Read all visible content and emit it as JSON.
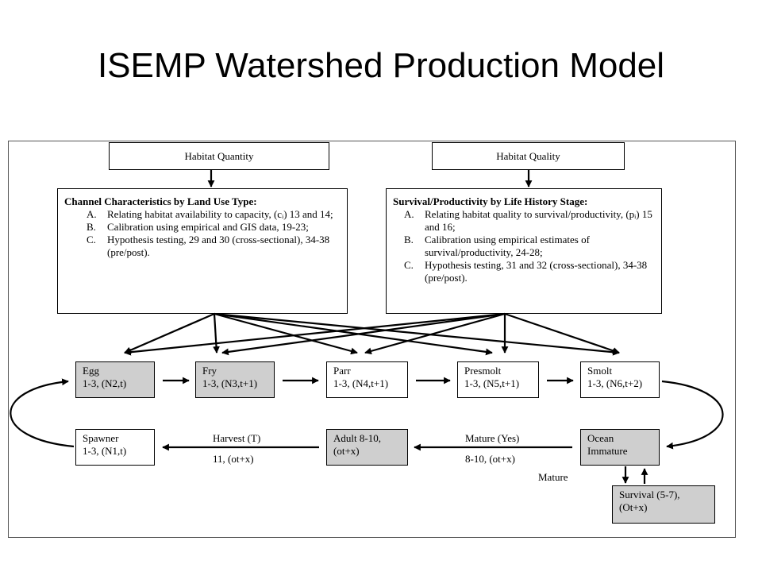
{
  "title": "ISEMP Watershed Production Model",
  "top_boxes": {
    "quantity": "Habitat Quantity",
    "quality": "Habitat Quality"
  },
  "channel": {
    "heading": "Channel Characteristics by Land Use Type:",
    "items": [
      {
        "k": "A.",
        "text": "Relating habitat availability to capacity, (cᵢ) 13 and 14;"
      },
      {
        "k": "B.",
        "text": "Calibration using empirical and GIS data, 19-23;"
      },
      {
        "k": "C.",
        "text": "Hypothesis testing, 29 and 30 (cross-sectional), 34-38 (pre/post)."
      }
    ]
  },
  "survival": {
    "heading": "Survival/Productivity by Life History Stage:",
    "items": [
      {
        "k": "A.",
        "text": "Relating habitat quality to survival/productivity, (pᵢ) 15 and 16;"
      },
      {
        "k": "B.",
        "text": "Calibration using empirical estimates of survival/productivity, 24-28;"
      },
      {
        "k": "C.",
        "text": "Hypothesis testing, 31 and 32 (cross-sectional), 34-38 (pre/post)."
      }
    ]
  },
  "stages": {
    "egg": {
      "name": "Egg",
      "line": "1-3, (N2,t)"
    },
    "fry": {
      "name": "Fry",
      "line": "1-3, (N3,t+1)"
    },
    "parr": {
      "name": "Parr",
      "line": "1-3, (N4,t+1)"
    },
    "presmolt": {
      "name": "Presmolt",
      "line": "1-3, (N5,t+1)"
    },
    "smolt": {
      "name": "Smolt",
      "line": "1-3, (N6,t+2)"
    },
    "spawner": {
      "name": "Spawner",
      "line": "1-3, (N1,t)"
    },
    "adult": {
      "name": "Adult 8-10,",
      "line": "(ot+x)"
    },
    "ocean": {
      "name": "Ocean",
      "line": "Immature"
    },
    "survival": {
      "name": "Survival (5-7),",
      "line": "(Ot+x)"
    }
  },
  "arrow_labels": {
    "harvest_top": "Harvest (T)",
    "harvest_bottom": "11, (ot+x)",
    "mature_top": "Mature (Yes)",
    "mature_bottom": "8-10, (ot+x)",
    "mature_side": "Mature"
  }
}
